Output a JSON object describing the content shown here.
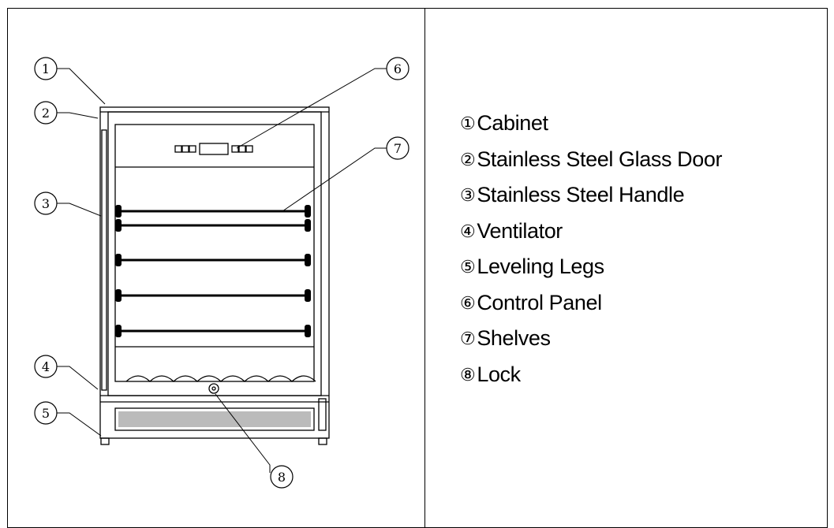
{
  "legend": [
    {
      "num": "①",
      "label": "Cabinet"
    },
    {
      "num": "②",
      "label": "Stainless Steel Glass Door"
    },
    {
      "num": "③",
      "label": "Stainless Steel Handle"
    },
    {
      "num": "④",
      "label": "Ventilator"
    },
    {
      "num": "⑤",
      "label": "Leveling Legs"
    },
    {
      "num": "⑥",
      "label": "Control Panel"
    },
    {
      "num": "⑦",
      "label": "Shelves"
    },
    {
      "num": "⑧",
      "label": "Lock"
    }
  ],
  "callouts": [
    "1",
    "2",
    "3",
    "4",
    "5",
    "6",
    "7",
    "8"
  ]
}
